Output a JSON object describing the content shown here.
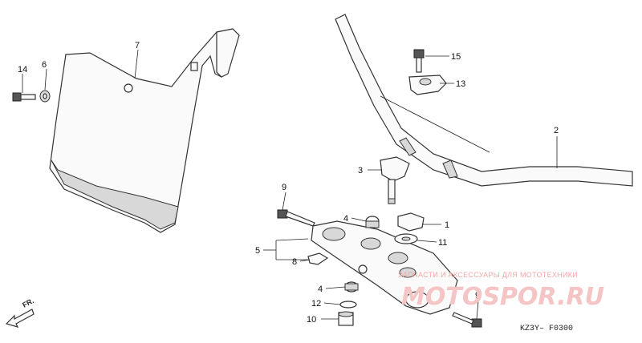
{
  "callouts": {
    "c1": "1",
    "c2": "2",
    "c3": "3",
    "c4a": "4",
    "c4b": "4",
    "c5": "5",
    "c6": "6",
    "c7": "7",
    "c8": "8",
    "c9a": "9",
    "c9b": "9",
    "c10": "10",
    "c11": "11",
    "c12": "12",
    "c13": "13",
    "c14": "14",
    "c15": "15"
  },
  "front_marker": "FR.",
  "diagram_code": "KZ3Y– F0300",
  "watermark": {
    "line1": "ЗАПЧАСТИ И АКСЕССУАРЫ ДЛЯ МОТОТЕХНИКИ",
    "line2": "MOTOSPOR.RU"
  },
  "colors": {
    "line": "#333333",
    "watermark": "#f2a8a8"
  }
}
